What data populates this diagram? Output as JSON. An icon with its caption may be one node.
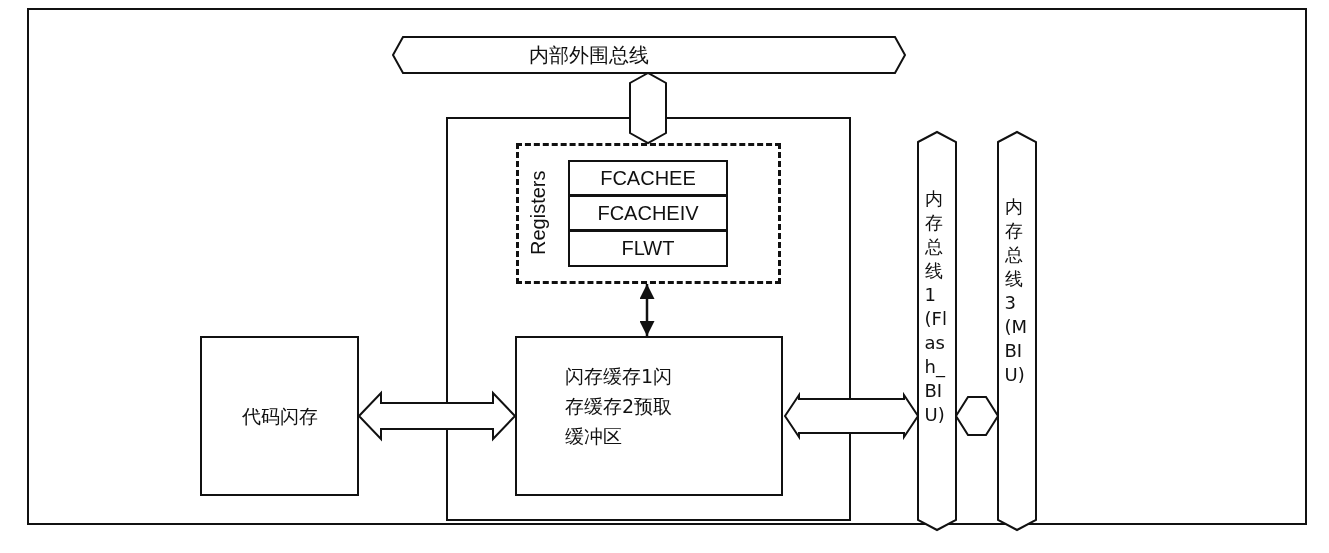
{
  "diagram": {
    "nodes": [
      {
        "text": [
          "内部外围总线"
        ]
      },
      {
        "text": [],
        "shape": "box"
      },
      {
        "text": [
          "Registers"
        ],
        "in": 1
      },
      {
        "text": [
          "FCACHEE"
        ],
        "in": 2
      },
      {
        "text": [
          "FCACHEIV"
        ],
        "in": 2
      },
      {
        "text": [
          "FLWT"
        ],
        "in": 2
      },
      {
        "text": [
          "代码闪存"
        ]
      },
      {
        "text": [
          "闪存缓存1闪存缓存2预取缓冲区"
        ],
        "in": 1
      },
      {
        "text": [
          "内存总线1(Flash_BIU)"
        ]
      },
      {
        "text": [
          "内存总线3(MBIU)"
        ]
      }
    ],
    "edges": [
      {
        "from": 0,
        "to": 2,
        "arrow": "both",
        "style": "thick"
      },
      {
        "from": 2,
        "to": 7,
        "arrow": "both"
      },
      {
        "from": 6,
        "to": 7,
        "arrow": "both",
        "style": "thick"
      },
      {
        "from": 7,
        "to": 8,
        "arrow": "both",
        "style": "thick"
      },
      {
        "from": 8,
        "to": 9,
        "arrow": "both",
        "style": "thick"
      }
    ]
  }
}
